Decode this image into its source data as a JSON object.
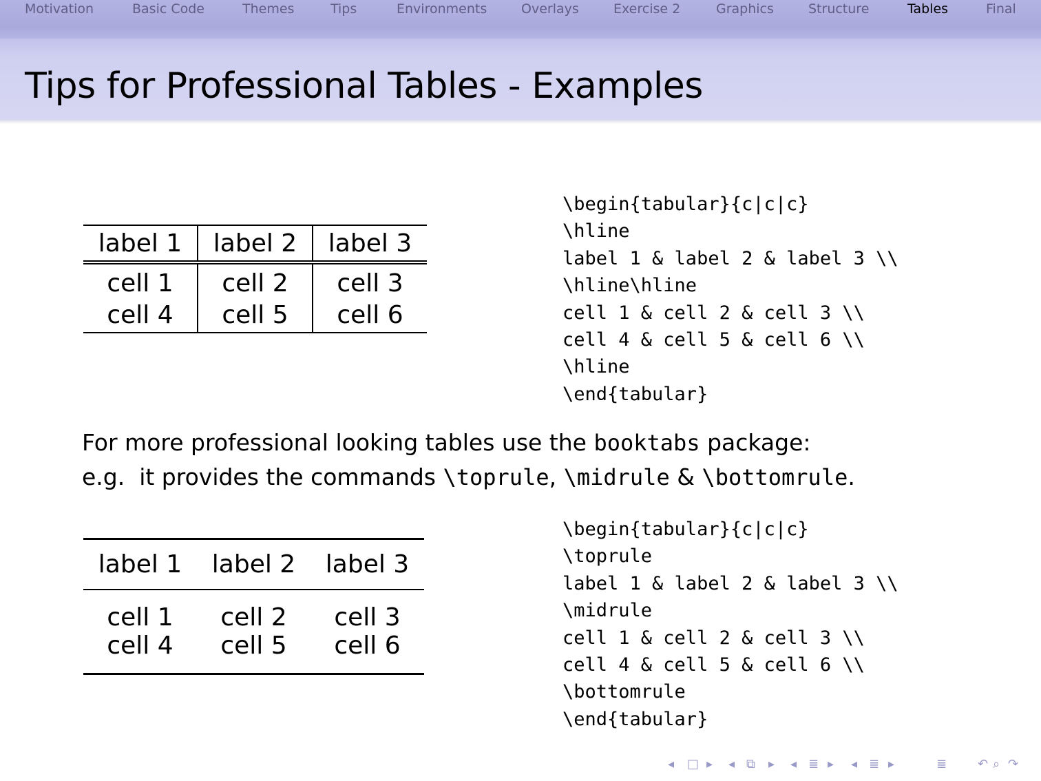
{
  "nav": {
    "items": [
      {
        "label": "Motivation",
        "active": false
      },
      {
        "label": "Basic Code",
        "active": false
      },
      {
        "label": "Themes",
        "active": false
      },
      {
        "label": "Tips",
        "active": false
      },
      {
        "label": "Environments",
        "active": false
      },
      {
        "label": "Overlays",
        "active": false
      },
      {
        "label": "Exercise 2",
        "active": false
      },
      {
        "label": "Graphics",
        "active": false
      },
      {
        "label": "Structure",
        "active": false
      },
      {
        "label": "Tables",
        "active": true
      },
      {
        "label": "Final",
        "active": false
      }
    ]
  },
  "frame": {
    "title": "Tips for Professional Tables - Examples"
  },
  "table_basic": {
    "headers": [
      "label 1",
      "label 2",
      "label 3"
    ],
    "rows": [
      [
        "cell 1",
        "cell 2",
        "cell 3"
      ],
      [
        "cell 4",
        "cell 5",
        "cell 6"
      ]
    ]
  },
  "code_basic": {
    "lines": [
      "\\begin{tabular}{c|c|c}",
      "\\hline",
      "label 1 & label 2 & label 3 \\\\",
      "\\hline\\hline",
      "cell 1 & cell 2 & cell 3 \\\\",
      "cell 4 & cell 5 & cell 6 \\\\",
      "\\hline",
      "\\end{tabular}"
    ]
  },
  "paragraph": {
    "line1_text": "For more professional looking tables use the ",
    "line1_package": "booktabs",
    "line1_end": " package:",
    "line2_prefix": "e.g.  it provides the commands ",
    "cmd_toprule": "\\toprule",
    "sep1": ", ",
    "cmd_midrule": "\\midrule",
    "sep2": " & ",
    "cmd_bottomrule": "\\bottomrule",
    "line2_end": "."
  },
  "table_booktabs": {
    "headers": [
      "label 1",
      "label 2",
      "label 3"
    ],
    "rows": [
      [
        "cell 1",
        "cell 2",
        "cell 3"
      ],
      [
        "cell 4",
        "cell 5",
        "cell 6"
      ]
    ]
  },
  "code_booktabs": {
    "lines": [
      "\\begin{tabular}{c|c|c}",
      "\\toprule",
      "label 1 & label 2 & label 3 \\\\",
      "\\midrule",
      "cell 1 & cell 2 & cell 3 \\\\",
      "cell 4 & cell 5 & cell 6 \\\\",
      "\\bottomrule",
      "\\end{tabular}"
    ]
  },
  "beamer_nav": {
    "color": "#9a9ac8",
    "symbols": [
      {
        "icon": "slide-left-arrow-icon",
        "glyph": "◂"
      },
      {
        "icon": "slide-icon",
        "glyph": "□"
      },
      {
        "icon": "slide-right-arrow-icon",
        "glyph": "▸"
      },
      {
        "icon": "frame-left-arrow-icon",
        "glyph": "◂"
      },
      {
        "icon": "frame-icon",
        "glyph": "⧉"
      },
      {
        "icon": "frame-right-arrow-icon",
        "glyph": "▸"
      },
      {
        "icon": "subsection-left-arrow-icon",
        "glyph": "◂"
      },
      {
        "icon": "subsection-icon",
        "glyph": "≣"
      },
      {
        "icon": "subsection-right-arrow-icon",
        "glyph": "▸"
      },
      {
        "icon": "section-left-arrow-icon",
        "glyph": "◂"
      },
      {
        "icon": "section-icon",
        "glyph": "≣"
      },
      {
        "icon": "section-right-arrow-icon",
        "glyph": "▸"
      },
      {
        "icon": "document-icon",
        "glyph": "≣"
      },
      {
        "icon": "search-back-icon",
        "glyph": "↶"
      },
      {
        "icon": "search-icon",
        "glyph": "⌕"
      },
      {
        "icon": "search-forward-icon",
        "glyph": "↷"
      }
    ]
  }
}
